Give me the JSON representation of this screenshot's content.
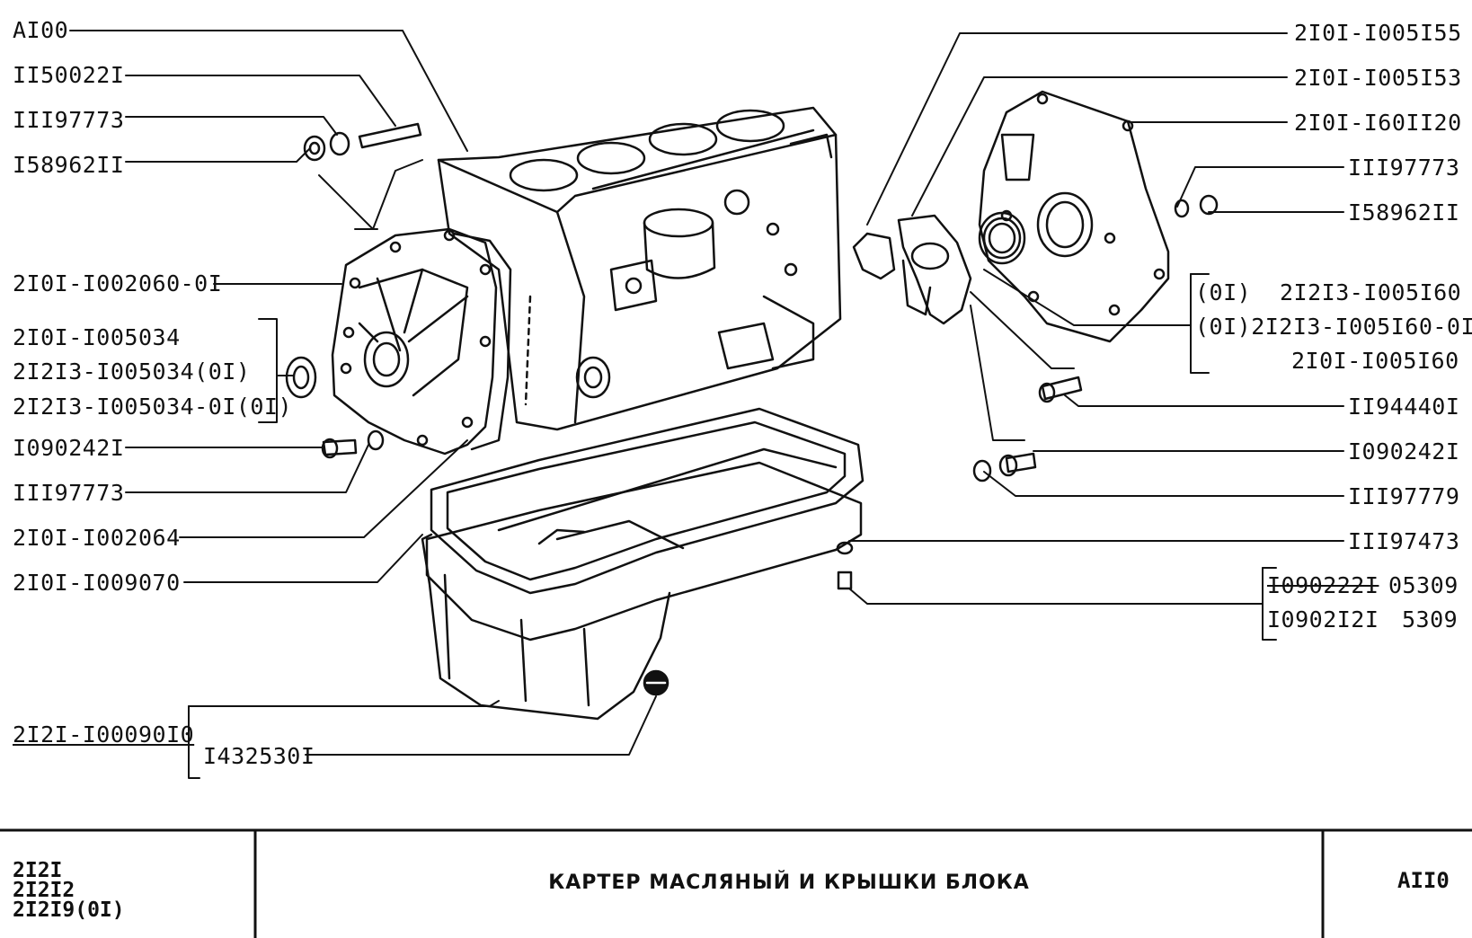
{
  "labels_left": {
    "l1": "AI00",
    "l2": "II50022I",
    "l3": "III97773",
    "l4": "I58962II",
    "l5": "2I0I-I002060-0I",
    "l6": "2I0I-I005034",
    "l7": "2I2I3-I005034(0I)",
    "l8": "2I2I3-I005034-0I(0I)",
    "l9": "I090242I",
    "l10": "III97773",
    "l11": "2I0I-I002064",
    "l12": "2I0I-I009070",
    "l13": "2I2I-I00090I0",
    "l14": "I432530I"
  },
  "labels_right": {
    "r1": "2I0I-I005I55",
    "r2": "2I0I-I005I53",
    "r3": "2I0I-I60II20",
    "r4": "III97773",
    "r5": "I58962II",
    "r6a": "(0I)",
    "r6b": "2I2I3-I005I60",
    "r7": "(0I)2I2I3-I005I60-0I",
    "r8": "2I0I-I005I60",
    "r9": "II94440I",
    "r10": "I090242I",
    "r11": "III97779",
    "r12": "III97473",
    "r13a": "I090222I",
    "r13b": "05309",
    "r14a": "I0902I2I",
    "r14b": "5309"
  },
  "title_block": {
    "models": [
      "2I2I",
      "2I2I2",
      "2I2I9(0I)"
    ],
    "title": "КАРТЕР МАСЛЯНЫЙ И КРЫШКИ БЛОКА",
    "code": "AII0"
  }
}
